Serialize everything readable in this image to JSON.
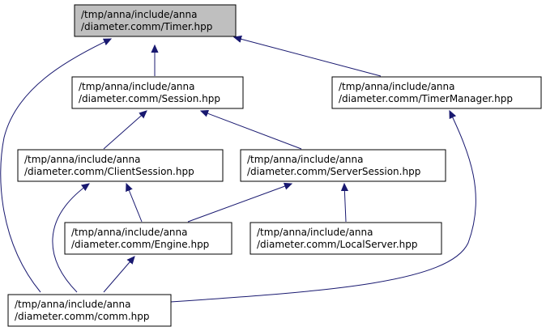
{
  "nodes": [
    {
      "id": "timer",
      "line1": "/tmp/anna/include/anna",
      "line2": "/diameter.comm/Timer.hpp",
      "highlighted": true
    },
    {
      "id": "session",
      "line1": "/tmp/anna/include/anna",
      "line2": "/diameter.comm/Session.hpp",
      "highlighted": false
    },
    {
      "id": "timermanager",
      "line1": "/tmp/anna/include/anna",
      "line2": "/diameter.comm/TimerManager.hpp",
      "highlighted": false
    },
    {
      "id": "clientsession",
      "line1": "/tmp/anna/include/anna",
      "line2": "/diameter.comm/ClientSession.hpp",
      "highlighted": false
    },
    {
      "id": "serversession",
      "line1": "/tmp/anna/include/anna",
      "line2": "/diameter.comm/ServerSession.hpp",
      "highlighted": false
    },
    {
      "id": "engine",
      "line1": "/tmp/anna/include/anna",
      "line2": "/diameter.comm/Engine.hpp",
      "highlighted": false
    },
    {
      "id": "localserver",
      "line1": "/tmp/anna/include/anna",
      "line2": "/diameter.comm/LocalServer.hpp",
      "highlighted": false
    },
    {
      "id": "comm",
      "line1": "/tmp/anna/include/anna",
      "line2": "/diameter.comm/comm.hpp",
      "highlighted": false
    }
  ],
  "edges": [
    {
      "from": "session",
      "to": "timer"
    },
    {
      "from": "timermanager",
      "to": "timer"
    },
    {
      "from": "comm",
      "to": "timer"
    },
    {
      "from": "clientsession",
      "to": "session"
    },
    {
      "from": "serversession",
      "to": "session"
    },
    {
      "from": "comm",
      "to": "timermanager"
    },
    {
      "from": "engine",
      "to": "clientsession"
    },
    {
      "from": "comm",
      "to": "clientsession"
    },
    {
      "from": "engine",
      "to": "serversession"
    },
    {
      "from": "localserver",
      "to": "serversession"
    },
    {
      "from": "comm",
      "to": "engine"
    }
  ],
  "colors": {
    "edge": "#191970",
    "node_border": "#000000",
    "node_fill": "#ffffff",
    "highlight_fill": "#bfbfbf"
  }
}
